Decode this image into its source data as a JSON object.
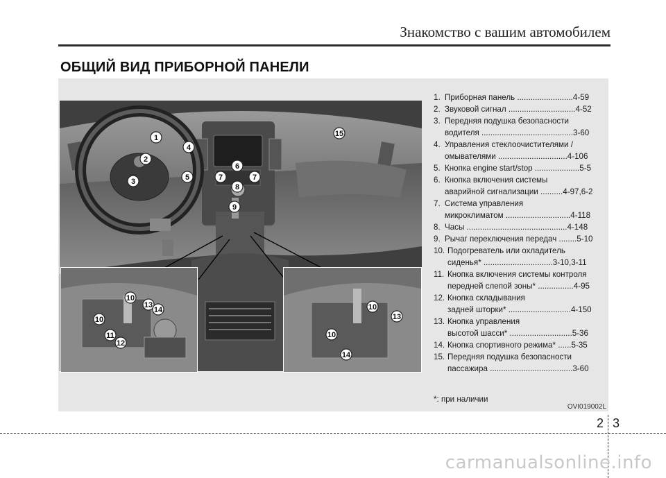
{
  "header": {
    "chapter_title": "Знакомство с вашим автомобилем"
  },
  "section": {
    "title": "ОБЩИЙ ВИД ПРИБОРНОЙ ПАНЕЛИ"
  },
  "figure": {
    "code": "OVI019002L",
    "callouts_main": [
      "1",
      "2",
      "3",
      "4",
      "5",
      "6",
      "7",
      "7",
      "8",
      "9",
      "15"
    ],
    "callouts_left_inset": [
      "10",
      "13",
      "14",
      "10",
      "11",
      "12"
    ],
    "callouts_right_inset": [
      "10",
      "13",
      "10",
      "14"
    ]
  },
  "legend": [
    {
      "num": "1.",
      "lines": [
        "Приборная панель",
        "4-59"
      ]
    },
    {
      "num": "2.",
      "lines": [
        "Звуковой сигнал",
        "4-52"
      ]
    },
    {
      "num": "3.",
      "line1": "Передняя подушка безопасности",
      "line2": "водителя",
      "page": "3-60"
    },
    {
      "num": "4.",
      "line1": "Управления стеклоочистителями /",
      "line2": "омывателями",
      "page": "4-106"
    },
    {
      "num": "5.",
      "lines": [
        "Кнопка engine start/stop",
        "5-5"
      ]
    },
    {
      "num": "6.",
      "line1": "Кнопка включения системы",
      "line2": "аварийной сигнализации",
      "page": "4-97,6-2"
    },
    {
      "num": "7.",
      "line1": "Система управления",
      "line2": "микроклиматом",
      "page": "4-118"
    },
    {
      "num": "8.",
      "lines": [
        "Часы",
        "4-148"
      ]
    },
    {
      "num": "9.",
      "lines": [
        "Рычаг переключения передач",
        "5-10"
      ]
    },
    {
      "num": "10.",
      "line1": "Подогреватель или охладитель",
      "line2": "сиденья*",
      "page": "3-10,3-11"
    },
    {
      "num": "11.",
      "line1": "Кнопка включения системы контроля",
      "line2": "передней слепой зоны*",
      "page": "4-95"
    },
    {
      "num": "12.",
      "line1": "Кнопка складывания",
      "line2": "задней шторки*",
      "page": "4-150"
    },
    {
      "num": "13.",
      "line1": "Кнопка управления",
      "line2": "высотой шасси*",
      "page": "5-36"
    },
    {
      "num": "14.",
      "lines": [
        "Кнопка спортивного режима*",
        "5-35"
      ]
    },
    {
      "num": "15.",
      "line1": "Передняя подушка безопасности",
      "line2": "пассажира",
      "page": "3-60"
    }
  ],
  "footnote": "*: при наличии",
  "page_numbers": {
    "left": "2",
    "right": "3"
  },
  "watermark": "carmanualsonline.info"
}
